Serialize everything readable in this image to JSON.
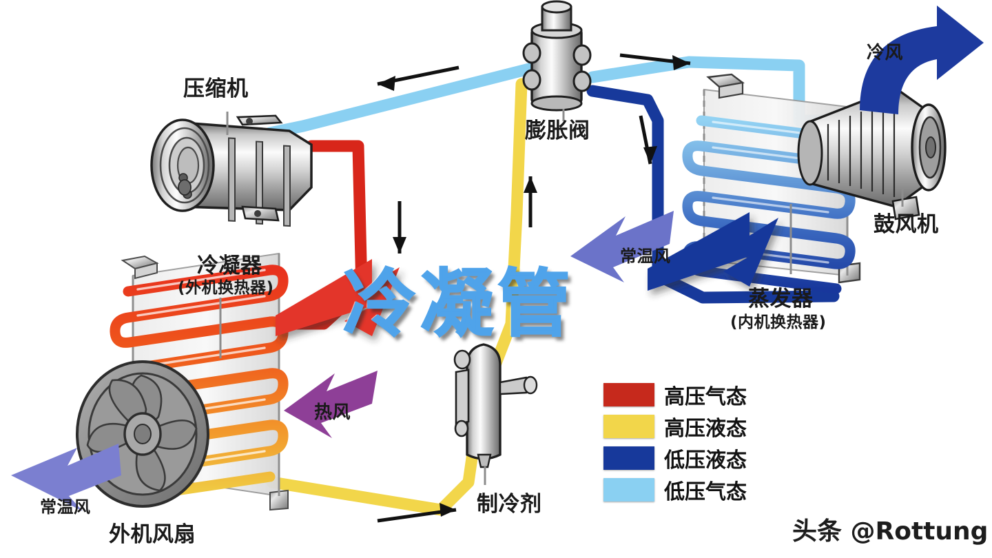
{
  "diagram": {
    "title_overlay": "冷凝管",
    "watermark": "头条 @Rottung",
    "labels": {
      "compressor": "压缩机",
      "condenser": "冷凝器",
      "condenser_sub": "(外机换热器)",
      "outdoor_fan": "外机风扇",
      "expansion_valve": "膨胀阀",
      "evaporator": "蒸发器",
      "evaporator_sub": "(内机换热器)",
      "blower": "鼓风机",
      "refrigerant": "制冷剂",
      "cold_air": "冷风",
      "hot_air": "热风",
      "ambient_air_left": "常温风",
      "ambient_air_mid": "常温风"
    },
    "legend": [
      {
        "label": "高压气态",
        "color": "#c6291c"
      },
      {
        "label": "高压液态",
        "color": "#f2d64a"
      },
      {
        "label": "低压液态",
        "color": "#17399b"
      },
      {
        "label": "低压气态",
        "color": "#8ad0f2"
      }
    ],
    "colors": {
      "high_pressure_gas": "#c6291c",
      "high_pressure_liquid": "#f2d64a",
      "low_pressure_liquid": "#17399b",
      "low_pressure_gas": "#8ad0f2",
      "overlay_blue": "#4fa3ea",
      "hot_air_arrow": "#8e3f97",
      "ambient_air_arrow": "#7b7fd0",
      "cold_air_arrow": "#1d3a9e",
      "metal_light": "#f1f1f1",
      "metal_dark": "#7d7d7d",
      "fan_gray": "#8e8e8e"
    }
  }
}
